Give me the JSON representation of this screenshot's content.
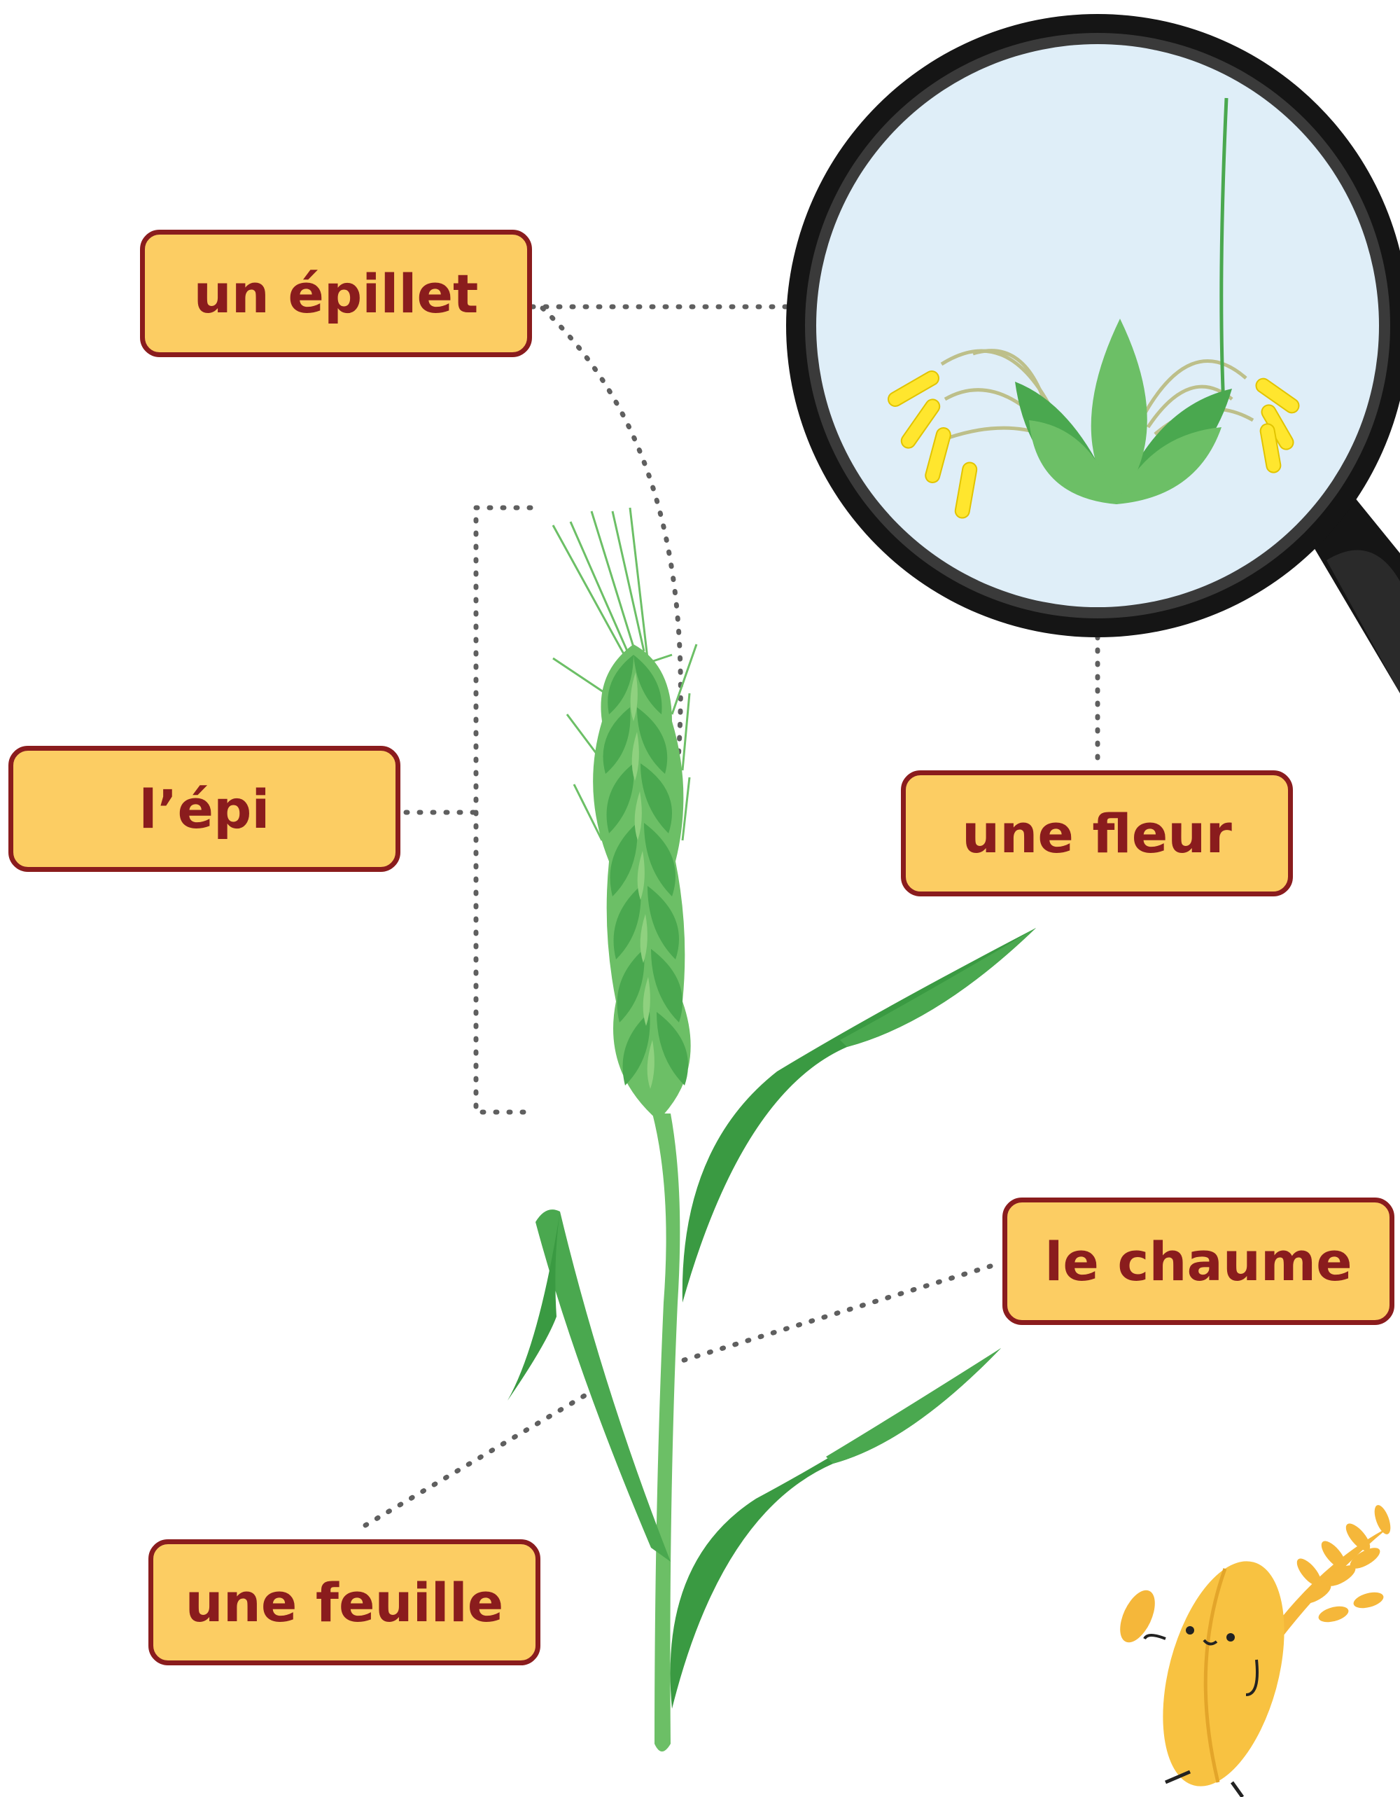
{
  "colors": {
    "label_fill": "#fccd63",
    "label_border": "#8a1c1d",
    "plant_green": "#4aa84f",
    "stem_green": "#6cbf66",
    "lens_bg": "#dfeef8",
    "anther_yellow": "#ffe62e"
  },
  "labels": {
    "epillet": "un épillet",
    "epi": "l’épi",
    "fleur": "une fleur",
    "chaume": "le chaume",
    "feuille": "une feuille"
  },
  "icons": {
    "magnifier": "magnifying-glass-icon",
    "mascot": "grain-mascot-icon"
  }
}
